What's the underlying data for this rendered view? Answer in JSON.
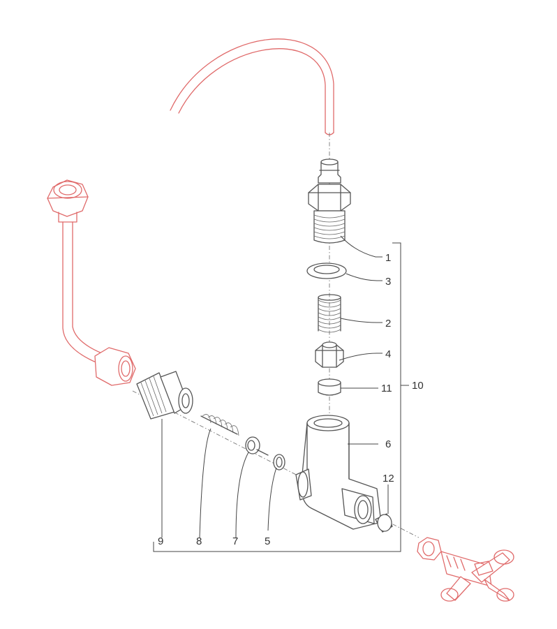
{
  "diagram": {
    "callouts": {
      "c1": "1",
      "c2": "2",
      "c3": "3",
      "c4": "4",
      "c5": "5",
      "c6": "6",
      "c7": "7",
      "c8": "8",
      "c9": "9",
      "c10": "10",
      "c11": "11",
      "c12": "12"
    },
    "colors": {
      "line": "#555555",
      "context_parts": "#e06a6a",
      "background": "#ffffff"
    }
  }
}
